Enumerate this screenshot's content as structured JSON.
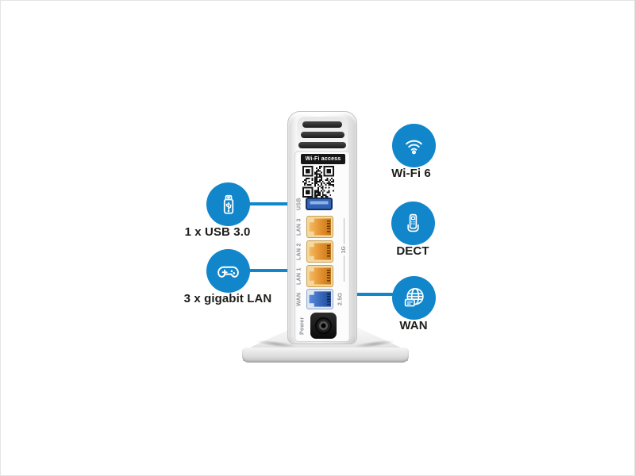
{
  "image": {
    "type": "router-rear-panel-callout-diagram",
    "background": "#ffffff"
  },
  "colors": {
    "accent_blue": "#1186cb",
    "label_text": "#1d1d1b",
    "lan_port_orange": "#e2902c",
    "wan_port_blue": "#3566b8",
    "port_label_gray": "#8b9196",
    "vent_dark": "#1c1c1c"
  },
  "callouts": {
    "left": [
      {
        "icon": "usb-stick-icon",
        "label": "1 x USB 3.0"
      },
      {
        "icon": "gamepad-icon",
        "label": "3 x gigabit LAN"
      }
    ],
    "right": [
      {
        "icon": "wifi-icon",
        "label": "Wi-Fi 6"
      },
      {
        "icon": "dect-phone-icon",
        "label": "DECT"
      },
      {
        "icon": "globe-icon",
        "label": "WAN"
      }
    ]
  },
  "router": {
    "wifi_access_badge": "Wi-Fi access",
    "ports": [
      {
        "name": "usb-port",
        "label": "USB",
        "color": "blue"
      },
      {
        "name": "lan3-port",
        "label": "LAN 3",
        "color": "orange"
      },
      {
        "name": "lan2-port",
        "label": "LAN 2",
        "color": "orange"
      },
      {
        "name": "lan1-port",
        "label": "LAN 1",
        "color": "orange"
      },
      {
        "name": "wan-port",
        "label": "WAN",
        "color": "blue"
      },
      {
        "name": "power-jack",
        "label": "Power"
      }
    ],
    "speed_labels": {
      "lan_group": "1G",
      "wan": "2.5G"
    }
  }
}
